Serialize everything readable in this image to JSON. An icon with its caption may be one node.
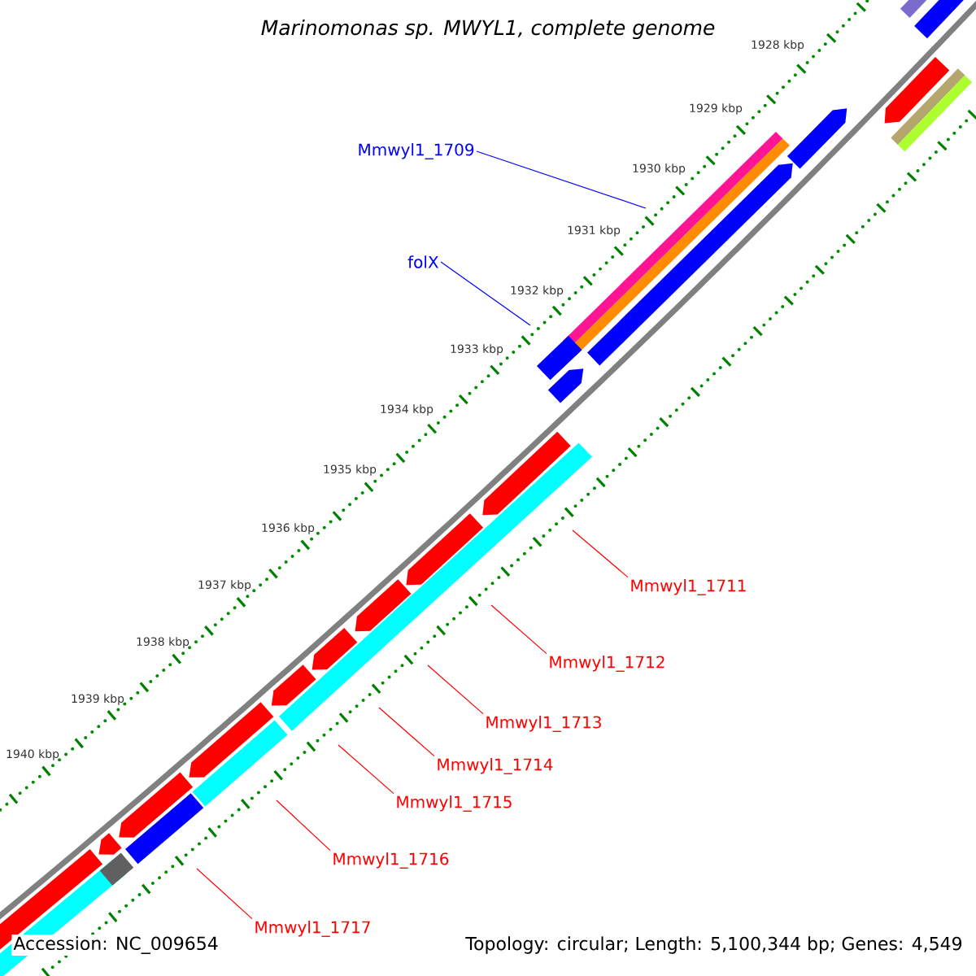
{
  "diagram": {
    "title": "Marinomonas sp. MWYL1, complete genome",
    "nodes": [
      {
        "text": [
          "Mmwyl1_1709"
        ]
      },
      {
        "text": [
          "folX"
        ]
      },
      {
        "text": [
          "Mmwyl1_1711"
        ]
      },
      {
        "text": [
          "Mmwyl1_1712"
        ]
      },
      {
        "text": [
          "Mmwyl1_1713"
        ]
      },
      {
        "text": [
          "Mmwyl1_1714"
        ]
      },
      {
        "text": [
          "Mmwyl1_1715"
        ]
      },
      {
        "text": [
          "Mmwyl1_1716"
        ]
      },
      {
        "text": [
          "Mmwyl1_1717"
        ]
      }
    ],
    "edges": [
      {
        "from": 0,
        "to": null,
        "arrow": "none",
        "color": "#0000ff"
      },
      {
        "from": 1,
        "to": null,
        "arrow": "none",
        "color": "#0000ff"
      },
      {
        "from": 2,
        "to": null,
        "arrow": "none"
      },
      {
        "from": 3,
        "to": null,
        "arrow": "none"
      },
      {
        "from": 4,
        "to": null,
        "arrow": "none"
      },
      {
        "from": 5,
        "to": null,
        "arrow": "none"
      },
      {
        "from": 6,
        "to": null,
        "arrow": "none"
      },
      {
        "from": 7,
        "to": null,
        "arrow": "none"
      },
      {
        "from": 8,
        "to": null,
        "arrow": "none"
      }
    ],
    "labels": [
      "1928 kbp",
      "1929 kbp",
      "1930 kbp",
      "1931 kbp",
      "1932 kbp",
      "1933 kbp",
      "1934 kbp",
      "1935 kbp",
      "1936 kbp",
      "1937 kbp",
      "1938 kbp",
      "1939 kbp",
      "1940 kbp",
      "Accession: NC_009654",
      "Topology: circular; Length: 5,100,344 bp; Genes: 4,549"
    ]
  }
}
